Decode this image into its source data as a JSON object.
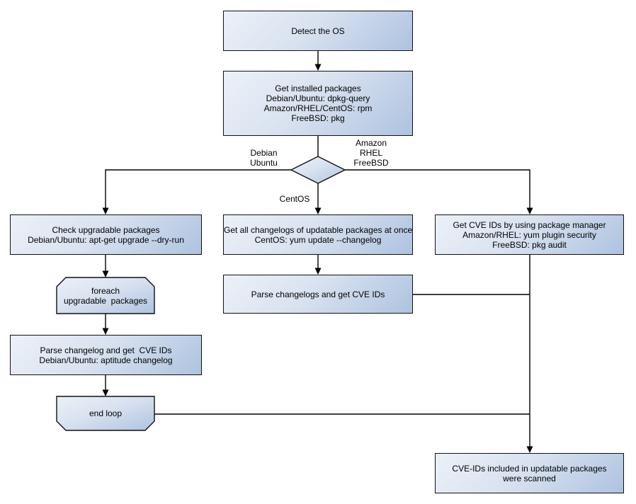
{
  "colors": {
    "background": "#ffffff",
    "node_fill_light": "#ecf1f8",
    "node_fill_dark": "#aec3e0",
    "node_border": "#111111",
    "connector_line": "#000000",
    "text": "#000000"
  },
  "nodes": {
    "detect_os": {
      "lines": [
        "Detect the OS"
      ]
    },
    "get_installed_packages": {
      "lines": [
        "Get installed packages",
        "Debian/Ubuntu: dpkg-query",
        "Amazon/RHEL/CentOS: rpm",
        "FreeBSD: pkg"
      ]
    },
    "check_upgradable_packages": {
      "lines": [
        "Check upgradable packages",
        "Debian/Ubuntu: apt-get upgrade --dry-run"
      ]
    },
    "foreach_loop_start": {
      "lines": [
        "foreach",
        "upgradable  packages"
      ]
    },
    "parse_changelog_debian": {
      "lines": [
        "Parse changelog and get  CVE IDs",
        "Debian/Ubuntu: aptitude changelog"
      ]
    },
    "end_loop": {
      "lines": [
        "end loop"
      ]
    },
    "get_all_changelogs": {
      "lines": [
        "Get all changelogs of updatable packages at once",
        "CentOS: yum update --changelog"
      ]
    },
    "parse_changelogs_centos": {
      "lines": [
        "Parse changelogs and get CVE IDs"
      ]
    },
    "get_cve_ids_pkg_manager": {
      "lines": [
        "Get CVE IDs by using package manager",
        "Amazon/RHEL: yum plugin security",
        "FreeBSD: pkg audit"
      ]
    },
    "result_scanned": {
      "lines": [
        "CVE-IDs included in updatable packages",
        "were scanned"
      ]
    }
  },
  "edge_labels": {
    "branch_debian_ubuntu": {
      "lines": [
        "Debian",
        "Ubuntu"
      ]
    },
    "branch_amazon_rhel_freebsd": {
      "lines": [
        "Amazon",
        "RHEL",
        "FreeBSD"
      ]
    },
    "branch_centos": {
      "lines": [
        "CentOS"
      ]
    }
  }
}
